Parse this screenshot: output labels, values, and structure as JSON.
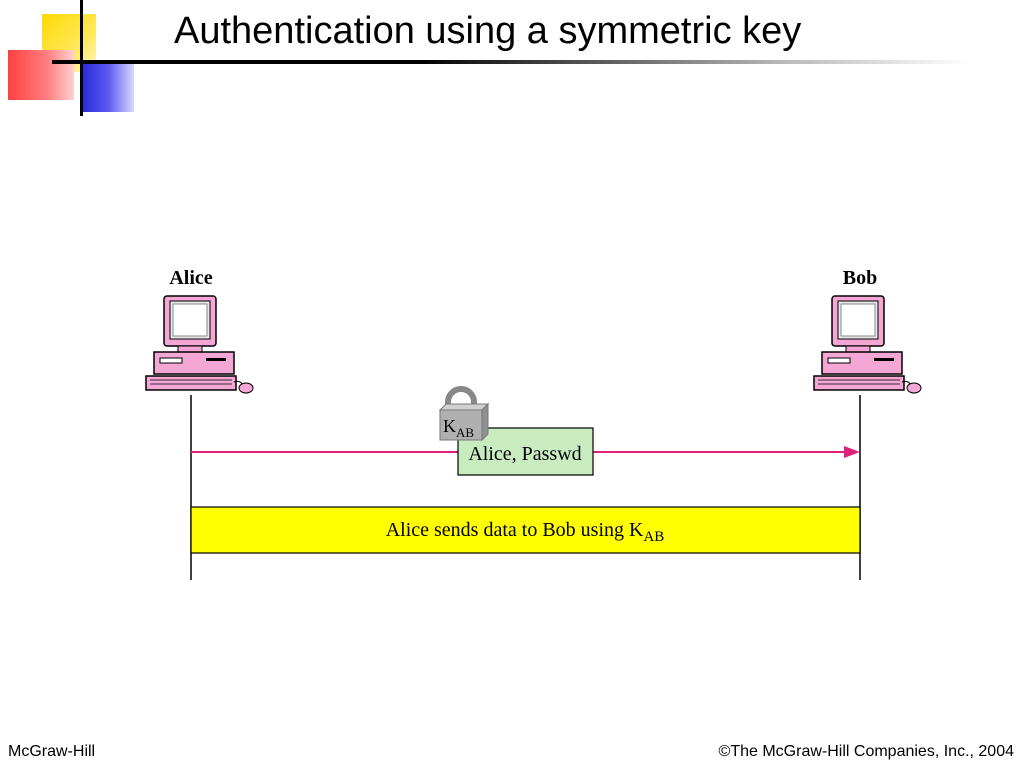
{
  "slide": {
    "title": "Authentication using a symmetric key"
  },
  "diagram": {
    "left_party": "Alice",
    "right_party": "Bob",
    "key": {
      "main": "K",
      "sub": "AB"
    },
    "message": "Alice, Passwd",
    "data_band": {
      "text": "Alice sends data to Bob using K",
      "sub": "AB"
    },
    "colors": {
      "computer": "#f4a6d4",
      "arrow": "#e0207a",
      "message_box": "#c8ecc0",
      "data_band": "#ffff00",
      "lock": "#b0b0b0"
    }
  },
  "footer": {
    "publisher": "McGraw-Hill",
    "copyright": "©The McGraw-Hill Companies, Inc., 2004"
  }
}
